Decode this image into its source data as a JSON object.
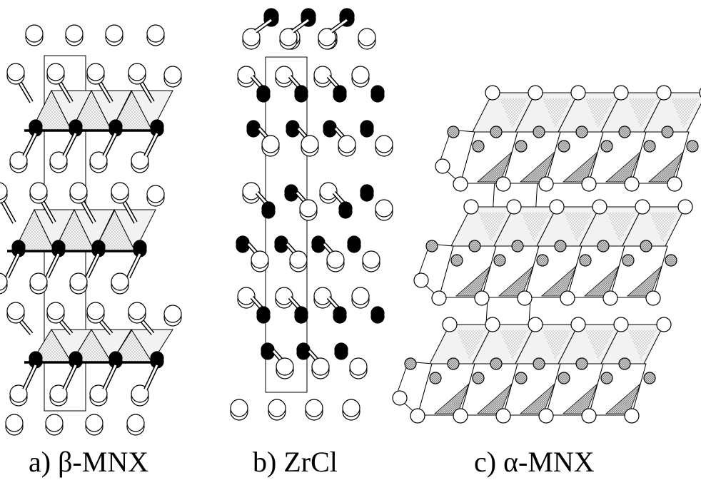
{
  "panels": [
    {
      "id": "a",
      "caption": "a)  β-MNX"
    },
    {
      "id": "b",
      "caption": "b) ZrCl"
    },
    {
      "id": "c",
      "caption": "c) α-MNX"
    }
  ],
  "colors": {
    "background": "#ffffff",
    "ink": "#000000",
    "polyhedron_light": "#f2f2f2",
    "polyhedron_shade": "#b8b8b8",
    "dark_atom": "#000000",
    "light_atom": "#ffffff"
  }
}
